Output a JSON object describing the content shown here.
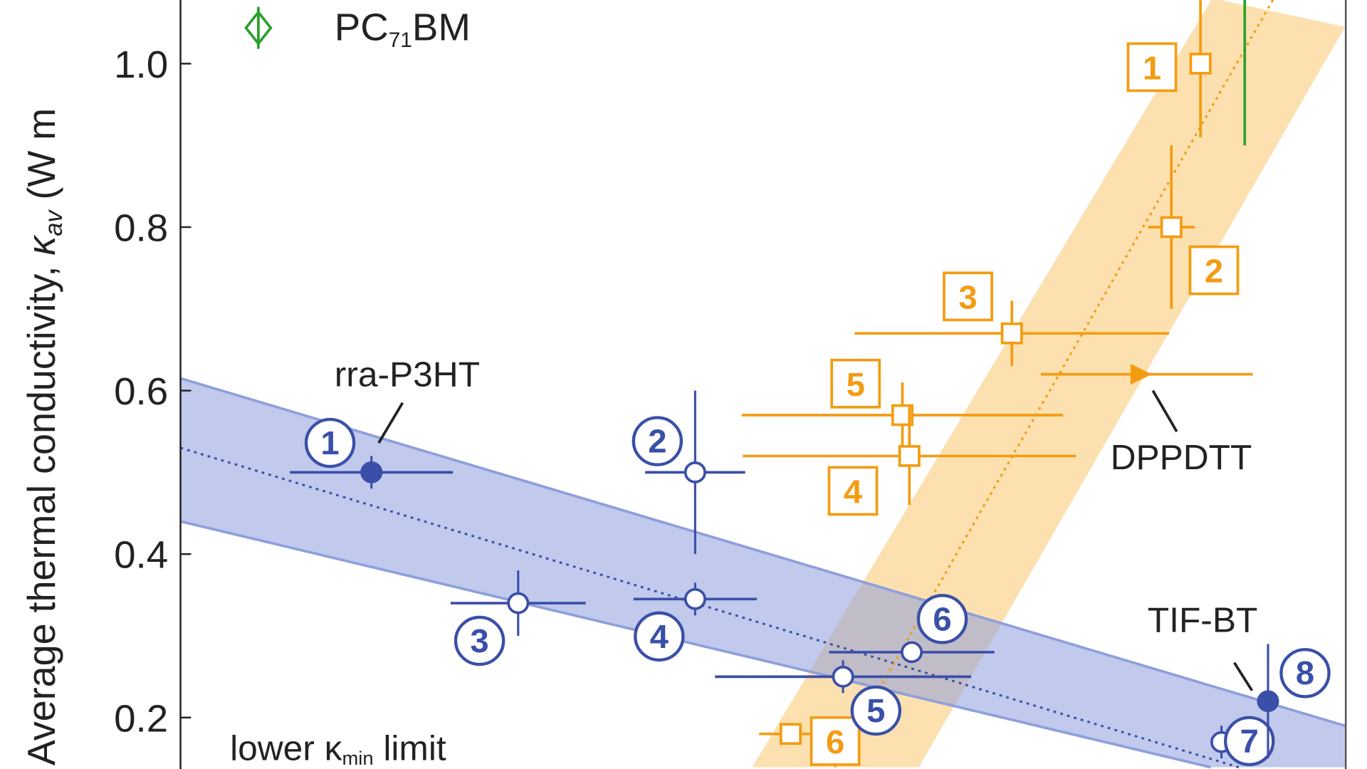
{
  "chart_data": {
    "type": "scatter",
    "ylabel_parts": {
      "text": "Average thermal conductivity, ",
      "kappa": "κ",
      "sub": "av",
      "unit": " (W m"
    },
    "ylim": [
      0.1,
      1.08
    ],
    "yticks": [
      {
        "value": 1.0,
        "label": "1.0"
      },
      {
        "value": 0.8,
        "label": "0.8"
      },
      {
        "value": 0.6,
        "label": "0.6"
      },
      {
        "value": 0.4,
        "label": "0.4"
      },
      {
        "value": 0.2,
        "label": "0.2"
      }
    ],
    "xlim": [
      0,
      10
    ],
    "legend": {
      "label_main": "PC",
      "label_sub": "71",
      "label_end": "BM",
      "color": "#2ca02c",
      "placement": "top-left"
    },
    "colors": {
      "blue": "#3a4fa8",
      "blue_band": "#8e9fdc",
      "orange": "#f39c12",
      "orange_band": "#fbd38d",
      "green": "#2ca02c"
    },
    "blue_series": {
      "name": "polymers (circles)",
      "points": [
        {
          "label": "1",
          "x": 1.64,
          "y": 0.5,
          "xerr": 0.7,
          "yerr": 0.02,
          "filled": true
        },
        {
          "label": "2",
          "x": 4.42,
          "y": 0.5,
          "xerr": 0.43,
          "yerr": 0.1,
          "filled": false
        },
        {
          "label": "3",
          "x": 2.9,
          "y": 0.34,
          "xerr": 0.58,
          "yerr": 0.04,
          "filled": false
        },
        {
          "label": "4",
          "x": 4.42,
          "y": 0.345,
          "xerr": 0.53,
          "yerr": 0.02,
          "filled": false
        },
        {
          "label": "5",
          "x": 5.69,
          "y": 0.25,
          "xerr": 1.1,
          "yerr": 0.02,
          "filled": false
        },
        {
          "label": "6",
          "x": 6.28,
          "y": 0.28,
          "xerr": 0.71,
          "yerr": 0.01,
          "filled": false
        },
        {
          "label": "7",
          "x": 8.94,
          "y": 0.17,
          "xerr": 0.05,
          "yerr": 0.02,
          "filled": false
        },
        {
          "label": "8",
          "x": 9.34,
          "y": 0.22,
          "xerr": 0.0,
          "yerr": 0.07,
          "filled": true
        }
      ],
      "fit_band": {
        "upper": [
          [
            0,
            0.615
          ],
          [
            10,
            0.19
          ]
        ],
        "lower": [
          [
            0,
            0.44
          ],
          [
            10,
            0.1
          ]
        ],
        "center": [
          [
            0,
            0.53
          ],
          [
            10,
            0.1
          ]
        ]
      }
    },
    "orange_series": {
      "name": "squares",
      "points": [
        {
          "label": "1",
          "x": 8.76,
          "y": 1.0,
          "xerr": 0.0,
          "yerr": 0.09
        },
        {
          "label": "2",
          "x": 8.51,
          "y": 0.8,
          "xerr": 0.2,
          "yerr": 0.1
        },
        {
          "label": "3",
          "x": 7.14,
          "y": 0.67,
          "xerr": 1.35,
          "yerr": 0.04
        },
        {
          "label": "5",
          "x": 6.2,
          "y": 0.57,
          "xerr": 1.38,
          "yerr": 0.04
        },
        {
          "label": "4",
          "x": 6.26,
          "y": 0.52,
          "xerr": 1.43,
          "yerr": 0.06
        },
        {
          "label": "6",
          "x": 5.24,
          "y": 0.18,
          "xerr": 0.27,
          "yerr": 0.01
        }
      ],
      "fit_band": {
        "left": [
          [
            4.41,
            0.02
          ],
          [
            8.86,
            1.08
          ]
        ],
        "right": [
          [
            5.86,
            0.02
          ],
          [
            10,
            1.045
          ]
        ],
        "center": [
          [
            5.14,
            0.02
          ],
          [
            9.39,
            1.08
          ]
        ]
      },
      "arrow": {
        "x_start": 7.39,
        "x_end": 9.21,
        "y": 0.62,
        "head_x": 8.25
      }
    },
    "green_series": {
      "name": "PC71BM",
      "x": 9.14,
      "y_from": 0.9,
      "y_to": 1.08
    },
    "annotations": [
      {
        "text": "rra-P3HT"
      },
      {
        "text": "DPPDTT"
      },
      {
        "text": "TIF-BT"
      },
      {
        "text_main": "lower κ",
        "text_sub": "min",
        "text_end": " limit"
      }
    ]
  }
}
